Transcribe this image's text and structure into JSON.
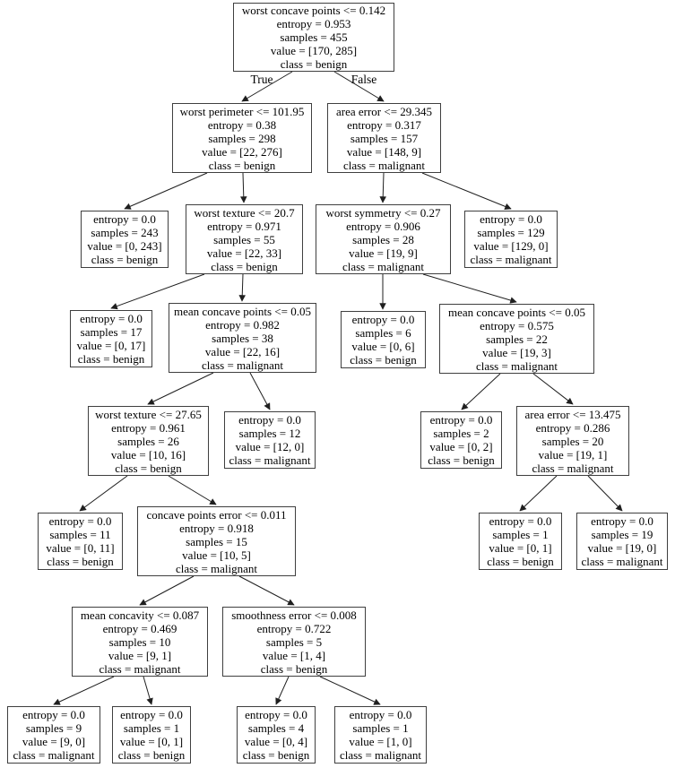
{
  "diagram": {
    "type": "decision-tree",
    "criterion": "entropy",
    "classes_shown": [
      "malignant",
      "benign"
    ]
  },
  "edge_labels": {
    "left": "True",
    "right": "False"
  },
  "edges": [
    {
      "from": 0,
      "to": 1,
      "label": "True"
    },
    {
      "from": 0,
      "to": 2,
      "label": "False"
    },
    {
      "from": 1,
      "to": 3
    },
    {
      "from": 1,
      "to": 4
    },
    {
      "from": 2,
      "to": 5
    },
    {
      "from": 2,
      "to": 6
    },
    {
      "from": 4,
      "to": 7
    },
    {
      "from": 4,
      "to": 8
    },
    {
      "from": 5,
      "to": 9
    },
    {
      "from": 5,
      "to": 10
    },
    {
      "from": 8,
      "to": 11
    },
    {
      "from": 8,
      "to": 12
    },
    {
      "from": 10,
      "to": 13
    },
    {
      "from": 10,
      "to": 14
    },
    {
      "from": 11,
      "to": 15
    },
    {
      "from": 11,
      "to": 16
    },
    {
      "from": 14,
      "to": 17
    },
    {
      "from": 14,
      "to": 18
    },
    {
      "from": 16,
      "to": 19
    },
    {
      "from": 16,
      "to": 20
    },
    {
      "from": 19,
      "to": 21
    },
    {
      "from": 19,
      "to": 22
    },
    {
      "from": 20,
      "to": 23
    },
    {
      "from": 20,
      "to": 24
    }
  ],
  "nodes": [
    {
      "lines": [
        "worst concave points <= 0.142",
        "entropy = 0.953",
        "samples = 455",
        "value = [170, 285]",
        "class = benign"
      ]
    },
    {
      "lines": [
        "worst perimeter <= 101.95",
        "entropy = 0.38",
        "samples = 298",
        "value = [22, 276]",
        "class = benign"
      ]
    },
    {
      "lines": [
        "area error <= 29.345",
        "entropy = 0.317",
        "samples = 157",
        "value = [148, 9]",
        "class = malignant"
      ]
    },
    {
      "lines": [
        "entropy = 0.0",
        "samples = 243",
        "value = [0, 243]",
        "class = benign"
      ]
    },
    {
      "lines": [
        "worst texture <= 20.7",
        "entropy = 0.971",
        "samples = 55",
        "value = [22, 33]",
        "class = benign"
      ]
    },
    {
      "lines": [
        "worst symmetry <= 0.27",
        "entropy = 0.906",
        "samples = 28",
        "value = [19, 9]",
        "class = malignant"
      ]
    },
    {
      "lines": [
        "entropy = 0.0",
        "samples = 129",
        "value = [129, 0]",
        "class = malignant"
      ]
    },
    {
      "lines": [
        "entropy = 0.0",
        "samples = 17",
        "value = [0, 17]",
        "class = benign"
      ]
    },
    {
      "lines": [
        "mean concave points <= 0.05",
        "entropy = 0.982",
        "samples = 38",
        "value = [22, 16]",
        "class = malignant"
      ]
    },
    {
      "lines": [
        "entropy = 0.0",
        "samples = 6",
        "value = [0, 6]",
        "class = benign"
      ]
    },
    {
      "lines": [
        "mean concave points <= 0.05",
        "entropy = 0.575",
        "samples = 22",
        "value = [19, 3]",
        "class = malignant"
      ]
    },
    {
      "lines": [
        "worst texture <= 27.65",
        "entropy = 0.961",
        "samples = 26",
        "value = [10, 16]",
        "class = benign"
      ]
    },
    {
      "lines": [
        "entropy = 0.0",
        "samples = 12",
        "value = [12, 0]",
        "class = malignant"
      ]
    },
    {
      "lines": [
        "entropy = 0.0",
        "samples = 2",
        "value = [0, 2]",
        "class = benign"
      ]
    },
    {
      "lines": [
        "area error <= 13.475",
        "entropy = 0.286",
        "samples = 20",
        "value = [19, 1]",
        "class = malignant"
      ]
    },
    {
      "lines": [
        "entropy = 0.0",
        "samples = 11",
        "value = [0, 11]",
        "class = benign"
      ]
    },
    {
      "lines": [
        "concave points error <= 0.011",
        "entropy = 0.918",
        "samples = 15",
        "value = [10, 5]",
        "class = malignant"
      ]
    },
    {
      "lines": [
        "entropy = 0.0",
        "samples = 1",
        "value = [0, 1]",
        "class = benign"
      ]
    },
    {
      "lines": [
        "entropy = 0.0",
        "samples = 19",
        "value = [19, 0]",
        "class = malignant"
      ]
    },
    {
      "lines": [
        "mean concavity <= 0.087",
        "entropy = 0.469",
        "samples = 10",
        "value = [9, 1]",
        "class = malignant"
      ]
    },
    {
      "lines": [
        "smoothness error <= 0.008",
        "entropy = 0.722",
        "samples = 5",
        "value = [1, 4]",
        "class = benign"
      ]
    },
    {
      "lines": [
        "entropy = 0.0",
        "samples = 9",
        "value = [9, 0]",
        "class = malignant"
      ]
    },
    {
      "lines": [
        "entropy = 0.0",
        "samples = 1",
        "value = [0, 1]",
        "class = benign"
      ]
    },
    {
      "lines": [
        "entropy = 0.0",
        "samples = 4",
        "value = [0, 4]",
        "class = benign"
      ]
    },
    {
      "lines": [
        "entropy = 0.0",
        "samples = 1",
        "value = [1, 0]",
        "class = malignant"
      ]
    }
  ]
}
